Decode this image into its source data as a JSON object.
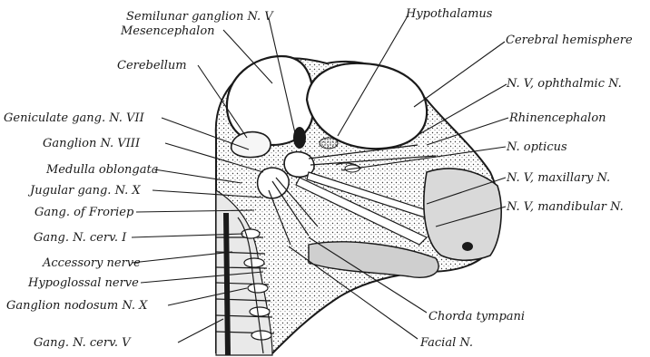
{
  "labels": {
    "semilunar": "Semilunar ganglion N. V",
    "mesencephalon": "Mesencephalon",
    "hypothalamus": "Hypothalamus",
    "cerebral_hemisphere": "Cerebral hemisphere",
    "cerebellum": "Cerebellum",
    "nv_ophthalmic": "N. V, ophthalmic N.",
    "geniculate": "Geniculate gang. N. VII",
    "rhinencephalon": "Rhinencephalon",
    "ganglion_viii": "Ganglion N. VIII",
    "n_opticus": "N. opticus",
    "medulla": "Medulla oblongata",
    "nv_maxillary": "N. V, maxillary N.",
    "jugular": "Jugular gang. N. X",
    "nv_mandibular": "N. V, mandibular N.",
    "froriep": "Gang. of Froriep",
    "cerv_i": "Gang. N. cerv. I",
    "accessory": "Accessory nerve",
    "hypoglossal": "Hypoglossal nerve",
    "nodosum": "Ganglion nodosum N. X",
    "chorda": "Chorda tympani",
    "cerv_v": "Gang. N. cerv. V",
    "facial": "Facial N."
  }
}
